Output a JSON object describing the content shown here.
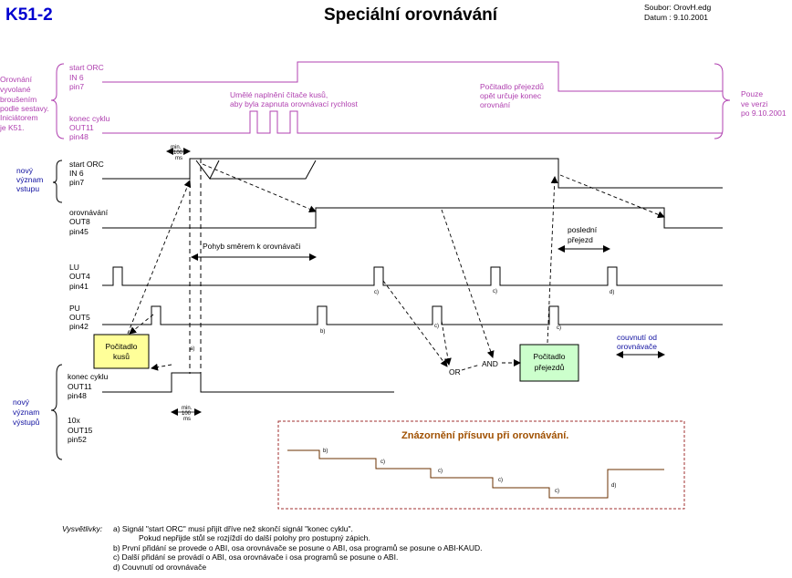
{
  "header": {
    "code": "K51-2",
    "title": "Speciální orovnávání",
    "file_label": "Soubor: OrovH.edg",
    "date_label": "Datum :  9.10.2001"
  },
  "colors": {
    "code": "#0000d0",
    "purple": "#b040b0",
    "blue_text": "#1010a0",
    "box_yellow": "#ffff99",
    "box_green": "#ccffcc",
    "legend_title": "#a05000",
    "legend_line": "#6b3000",
    "legend_frame": "#a03030"
  },
  "top_section": {
    "left_note": [
      "Orovnání",
      "vyvolané",
      "broušením",
      "podle sestavy.",
      "Iniciátorem",
      "je K51."
    ],
    "right_note": [
      "Pouze",
      "ve verzi",
      "po 9.10.2001"
    ],
    "sig1": [
      "start ORC",
      "IN 6",
      "pin7"
    ],
    "sig2": [
      "konec cyklu",
      "OUT11",
      "pin48"
    ],
    "mid_note": [
      "Umělé naplnění čítače kusů,",
      "aby byla zapnuta orovnávací rychlost"
    ],
    "counter_note": [
      "Počitadlo přejezdů",
      "opět určuje konec",
      "orovnání"
    ]
  },
  "side_labels": {
    "new_input_1": [
      "nový",
      "význam",
      "vstupu"
    ],
    "new_input_2": [
      "nový",
      "význam",
      "výstupů"
    ]
  },
  "signals": {
    "start": [
      "start ORC",
      "IN 6",
      "pin7"
    ],
    "orov": [
      "orovnávání",
      "OUT8",
      "pin45"
    ],
    "lu": [
      "LU",
      "OUT4",
      "pin41"
    ],
    "pu": [
      "PU",
      "OUT5",
      "pin42"
    ],
    "konec": [
      "konec cyklu",
      "OUT11",
      "pin48"
    ],
    "tenx": [
      "10x",
      "OUT15",
      "pin52"
    ]
  },
  "timing": {
    "min_label": "min.",
    "min_value": "100",
    "min_unit": "ms"
  },
  "annotations": {
    "motion": "Pohyb směrem k orovnávači",
    "last_pass": [
      "poslední",
      "přejezd"
    ],
    "retract": [
      "couvnutí od",
      "orovnávače"
    ],
    "or_label": "OR",
    "and_label": "AND",
    "a_label": "a)",
    "b_label": "b)",
    "c_label": "c)",
    "d_label": "d)"
  },
  "boxes": {
    "counter_parts": [
      "Počitadlo",
      "kusů"
    ],
    "counter_passes": [
      "Počitadlo",
      "přejezdů"
    ]
  },
  "legend_box": {
    "title": "Znázornění přísuvu při orovnávání."
  },
  "notes": {
    "heading": "Vysvětlivky:",
    "lines": [
      "a) Signál \"start ORC\" musí přijít dříve než skončí signál \"konec cyklu\".",
      "Pokud nepřijde stůl se rozjíždí do další polohy pro postupný zápich.",
      "b) První přidání se provede o ABI, osa orovnávače se posune o ABI, osa programů se posune o ABI-KAUD.",
      "c) Další přidání se provádí o ABI, osa orovnávače i osa programů se posune o ABI.",
      "d) Couvnutí od orovnávače"
    ]
  }
}
